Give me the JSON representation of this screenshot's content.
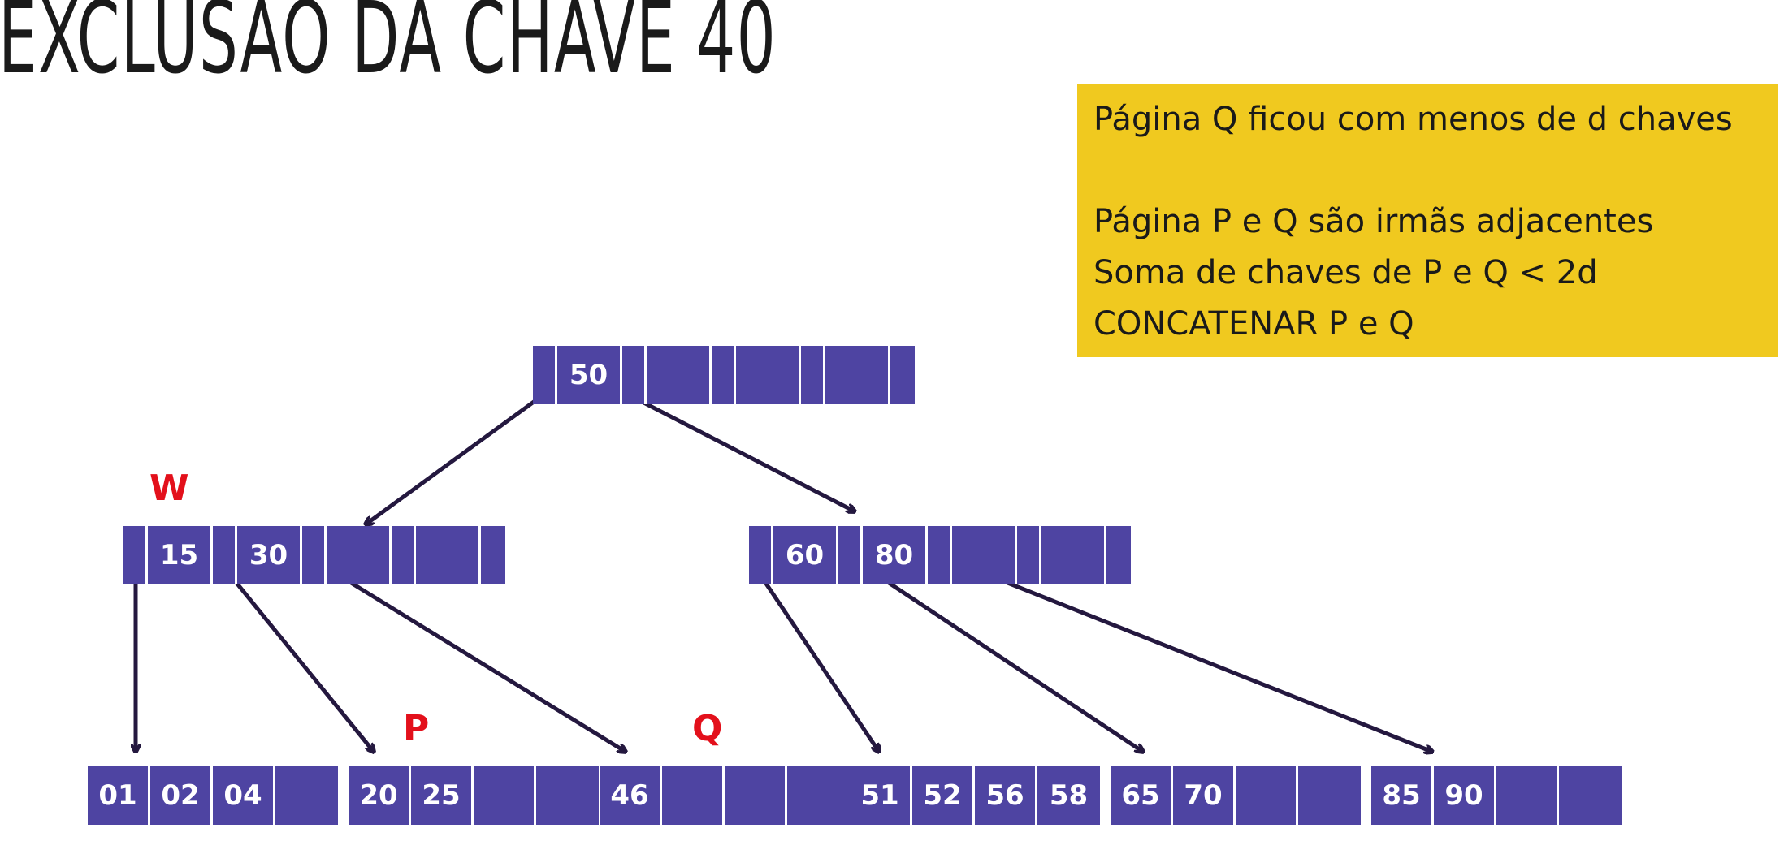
{
  "title": "EXCLUSÃO DA CHAVE 40",
  "info_box": {
    "line1": "Página Q ficou com menos de d chaves",
    "line2": "Página P e Q são irmãs adjacentes",
    "line3": "Soma de chaves de P e Q < 2d",
    "line4": "CONCATENAR P e Q"
  },
  "labels": {
    "w": "W",
    "p": "P",
    "q": "Q"
  },
  "tree": {
    "root": {
      "keys": [
        "50",
        "",
        "",
        ""
      ]
    },
    "left": {
      "keys": [
        "15",
        "30",
        "",
        ""
      ]
    },
    "right": {
      "keys": [
        "60",
        "80",
        "",
        ""
      ]
    },
    "leaves": [
      {
        "keys": [
          "01",
          "02",
          "04",
          ""
        ]
      },
      {
        "keys": [
          "20",
          "25",
          "",
          ""
        ]
      },
      {
        "keys": [
          "46",
          "",
          "",
          ""
        ]
      },
      {
        "keys": [
          "51",
          "52",
          "56",
          "58"
        ]
      },
      {
        "keys": [
          "65",
          "70",
          "",
          ""
        ]
      },
      {
        "keys": [
          "85",
          "90",
          "",
          ""
        ]
      }
    ]
  },
  "colors": {
    "node": "#4e44a2",
    "info_bg": "#f0c91f",
    "label": "#e3101b",
    "arrow": "#24183f"
  }
}
